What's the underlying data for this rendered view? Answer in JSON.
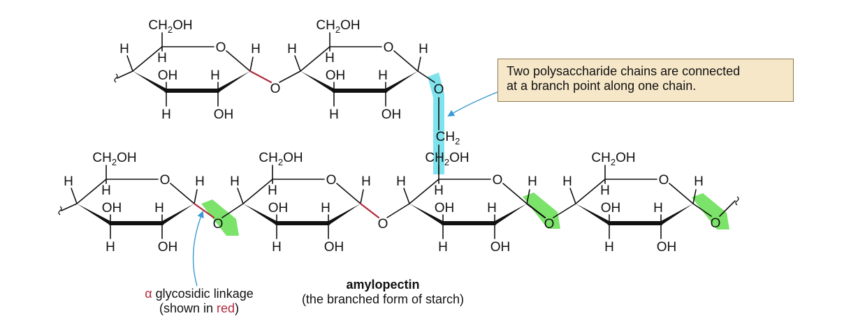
{
  "callout": {
    "line1": "Two polysaccharide chains are connected",
    "line2": "at a branch point along one chain."
  },
  "caption": {
    "title": "amylopectin",
    "subtitle": "(the branched form of starch)"
  },
  "linkage_note": {
    "alpha": "α",
    "text": " glycosidic linkage",
    "line2_prefix": "(shown in ",
    "line2_red": "red",
    "line2_suffix": ")"
  },
  "labels": {
    "ch2oh": "CH",
    "ch2oh_sub": "2",
    "ch2oh_tail": "OH",
    "oh": "OH",
    "h": "H",
    "o": "O",
    "ch2": "CH",
    "ch2_sub": "2"
  },
  "colors": {
    "linkage": "#b02a3c",
    "highlight_green": "#7be36a",
    "highlight_cyan": "#7fe3ee",
    "arrow": "#3a9ad0",
    "callout_fill": "#f6e7c8",
    "callout_border": "#8d7850"
  }
}
